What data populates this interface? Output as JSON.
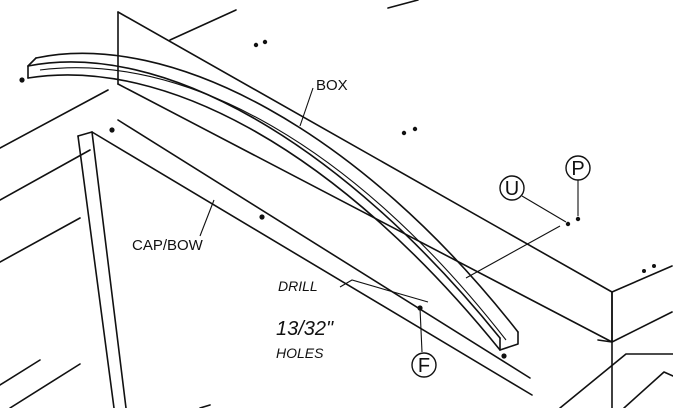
{
  "labels": {
    "box": "BOX",
    "cap_bow": "CAP/BOW",
    "drill_line1": "DRILL",
    "drill_line2": "13/32\"",
    "drill_line3": "HOLES"
  },
  "callouts": {
    "u": "U",
    "p": "P",
    "f": "F"
  },
  "colors": {
    "ink": "#111111",
    "background": "#ffffff"
  }
}
